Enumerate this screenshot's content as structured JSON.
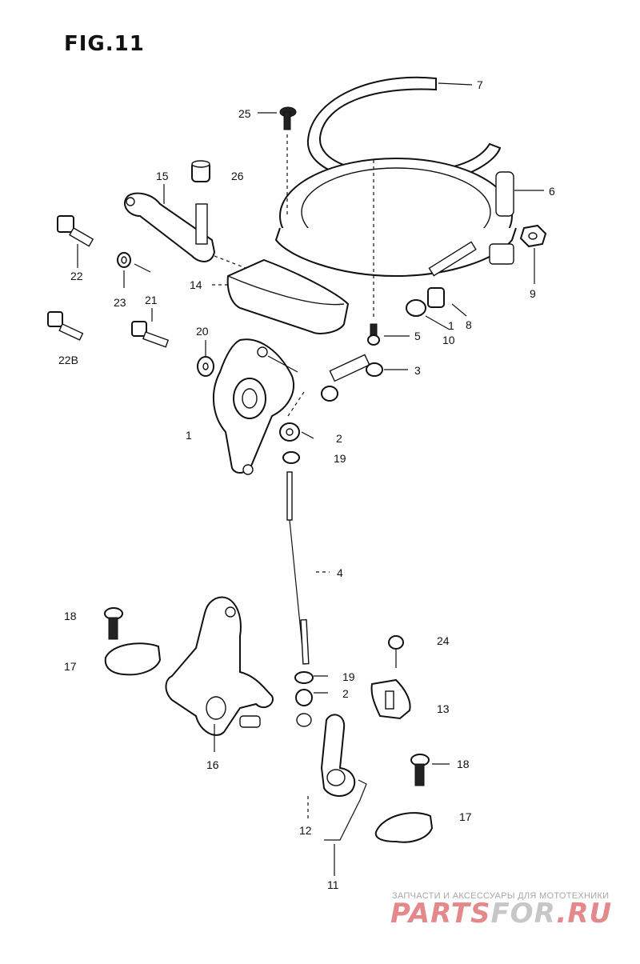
{
  "figure": {
    "title": "FIG.11"
  },
  "callouts": [
    {
      "id": "c7",
      "text": "7"
    },
    {
      "id": "c25",
      "text": "25"
    },
    {
      "id": "c6",
      "text": "6"
    },
    {
      "id": "c15",
      "text": "15"
    },
    {
      "id": "c26",
      "text": "26"
    },
    {
      "id": "c22",
      "text": "22"
    },
    {
      "id": "c9",
      "text": "9"
    },
    {
      "id": "c14",
      "text": "14"
    },
    {
      "id": "c23",
      "text": "23"
    },
    {
      "id": "c21",
      "text": "21"
    },
    {
      "id": "c8",
      "text": "8"
    },
    {
      "id": "c1a",
      "text": "1"
    },
    {
      "id": "c5",
      "text": "5"
    },
    {
      "id": "c10",
      "text": "10"
    },
    {
      "id": "c22b",
      "text": "22B"
    },
    {
      "id": "c20",
      "text": "20"
    },
    {
      "id": "c3",
      "text": "3"
    },
    {
      "id": "c1",
      "text": "1"
    },
    {
      "id": "c2a",
      "text": "2"
    },
    {
      "id": "c19a",
      "text": "19"
    },
    {
      "id": "c4",
      "text": "4"
    },
    {
      "id": "c18a",
      "text": "18"
    },
    {
      "id": "c24",
      "text": "24"
    },
    {
      "id": "c17a",
      "text": "17"
    },
    {
      "id": "c19b",
      "text": "19"
    },
    {
      "id": "c2b",
      "text": "2"
    },
    {
      "id": "c13",
      "text": "13"
    },
    {
      "id": "c16",
      "text": "16"
    },
    {
      "id": "c18b",
      "text": "18"
    },
    {
      "id": "c17b",
      "text": "17"
    },
    {
      "id": "c12",
      "text": "12"
    },
    {
      "id": "c11",
      "text": "11"
    }
  ],
  "watermark": {
    "tagline": "ЗАПЧАСТИ И АКСЕССУАРЫ ДЛЯ МОТОТЕХНИКИ",
    "logo_part1": "PARTS",
    "logo_part2": "FOR",
    "logo_part3": ".RU"
  },
  "colors": {
    "line": "#111111",
    "watermark_red": "#e3898b",
    "watermark_grey": "#c7c7c7"
  }
}
